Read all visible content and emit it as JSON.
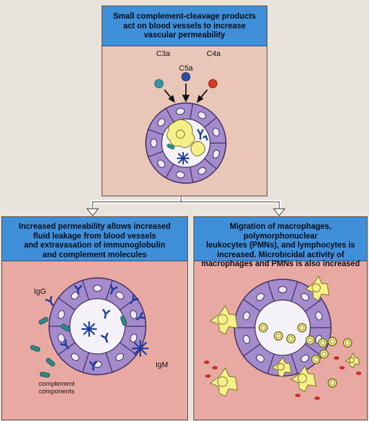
{
  "top_panel": {
    "title_lines": [
      "Small complement-cleavage products",
      "act on blood vessels to increase",
      "vascular permeability"
    ],
    "molecules": [
      {
        "label": "C3a",
        "color": "#2f9aa8"
      },
      {
        "label": "C5a",
        "color": "#2a4fa8"
      },
      {
        "label": "C4a",
        "color": "#d63a2a"
      }
    ]
  },
  "left_panel": {
    "title_lines": [
      "Increased permeability allows increased",
      "fluid leakage from blood vessels",
      "and extravasation of immunoglobulin",
      "and complement molecules"
    ],
    "labels": {
      "igg": "IgG",
      "igm": "IgM",
      "complement": [
        "complement",
        "components"
      ]
    }
  },
  "right_panel": {
    "title_lines": [
      "Migration of macrophages, polymorphonuclear",
      "leukocytes (PMNs), and lymphocytes is",
      "increased. Microbicidal activity of",
      "macrophages and PMNs is also increased"
    ]
  },
  "colors": {
    "header_blue": "#3f8fd8",
    "top_bg": "#e9c6b8",
    "lower_bg": "#e9a9a3",
    "cell_purple": "#b39ad8",
    "nucleus": "#efe8f5",
    "macrophage_yellow": "#f5f08a",
    "lumen": "#f4f2f8"
  }
}
